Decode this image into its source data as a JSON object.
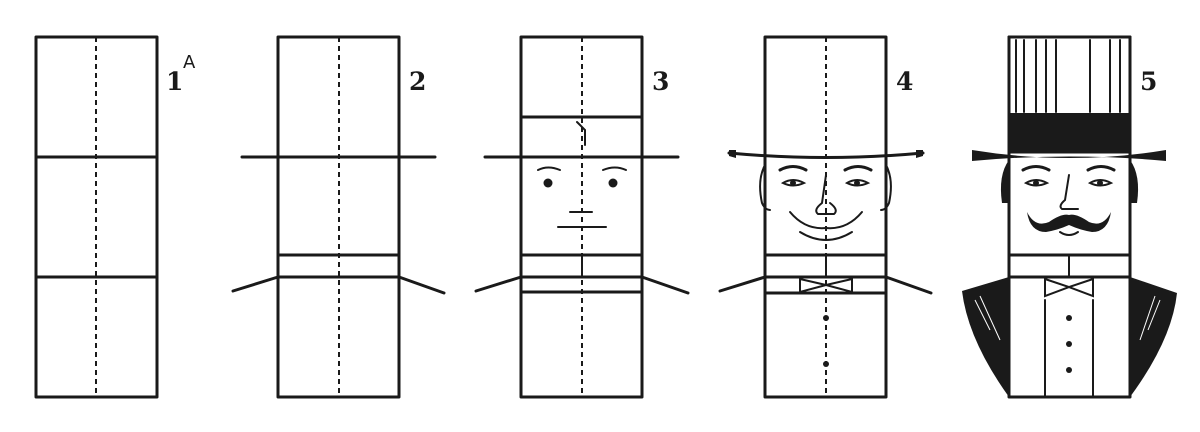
{
  "steps": [
    {
      "number": "1",
      "letter": "A"
    },
    {
      "number": "2"
    },
    {
      "number": "3"
    },
    {
      "number": "4"
    },
    {
      "number": "5"
    }
  ],
  "colors": {
    "ink": "#1a1a1a",
    "paper": "#ffffff"
  }
}
